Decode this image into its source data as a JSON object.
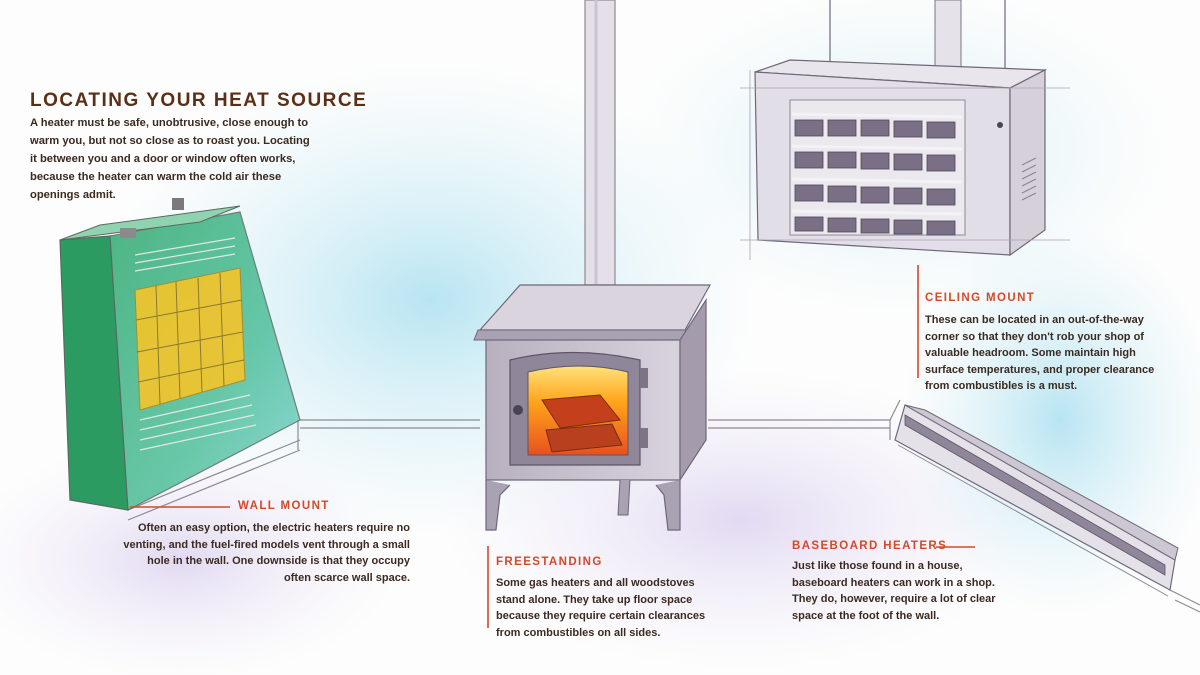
{
  "intro": {
    "title": "LOCATING YOUR HEAT SOURCE",
    "text": "A heater must be safe, unobtrusive, close enough to warm you, but not so close as to roast you. Locating it between you and a door or window often works, because the heater can warm the cold air these openings admit."
  },
  "wall_mount": {
    "label": "WALL MOUNT",
    "text": "Often an easy option, the electric heaters require no venting, and the fuel-fired models vent through a small hole in the wall. One downside is that they occupy often scarce wall space."
  },
  "freestanding": {
    "label": "FREESTANDING",
    "text": "Some gas heaters and all woodstoves stand alone. They take up floor space because they require certain clearances from combustibles on all sides."
  },
  "ceiling_mount": {
    "label": "CEILING MOUNT",
    "text": "These can be located in an out-of-the-way corner so that they don't rob your shop of valuable headroom. Some maintain high surface temperatures, and proper clearance from combustibles is a must."
  },
  "baseboard": {
    "label": "BASEBOARD HEATERS",
    "text": "Just like those found in a house, baseboard heaters can work in a shop. They do, however, require a lot of clear space at the foot of the wall."
  },
  "colors": {
    "accent": "#d4492a",
    "title": "#5a2f15",
    "text": "#3b2a20"
  }
}
